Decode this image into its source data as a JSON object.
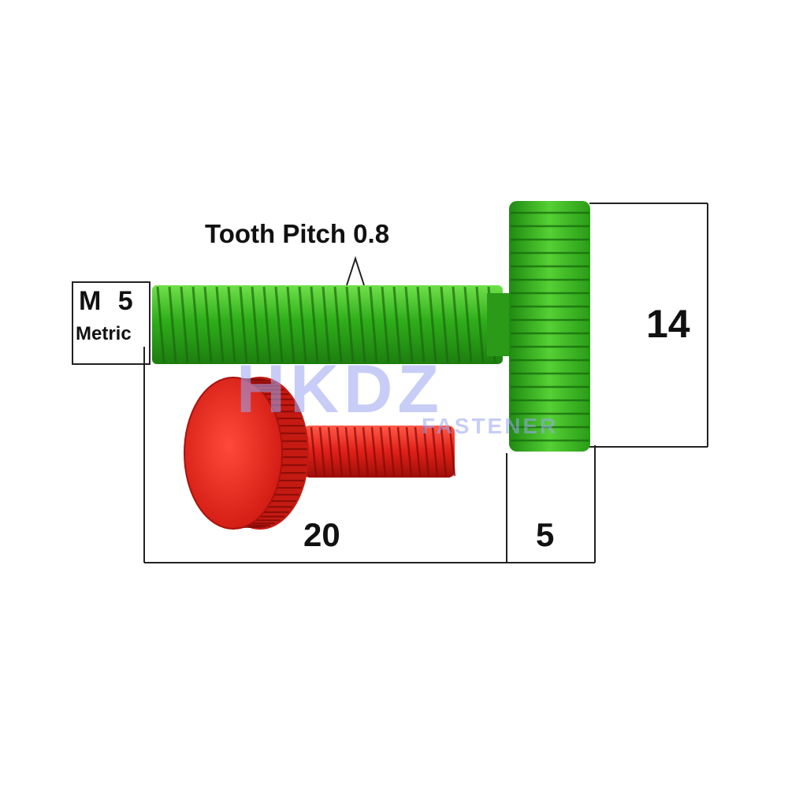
{
  "labels": {
    "tooth_pitch": "Tooth Pitch 0.8",
    "thread_size": "M 5",
    "standard": "Metric",
    "head_diameter": "14",
    "thread_length": "20",
    "head_height": "5"
  },
  "watermark": {
    "brand": "HKDZ",
    "subtitle": "FASTENER"
  },
  "colors": {
    "green_screw": "#3fbf22",
    "red_screw": "#e02018",
    "dimension_lines": "#222222",
    "watermark": "#9aa6f2"
  }
}
